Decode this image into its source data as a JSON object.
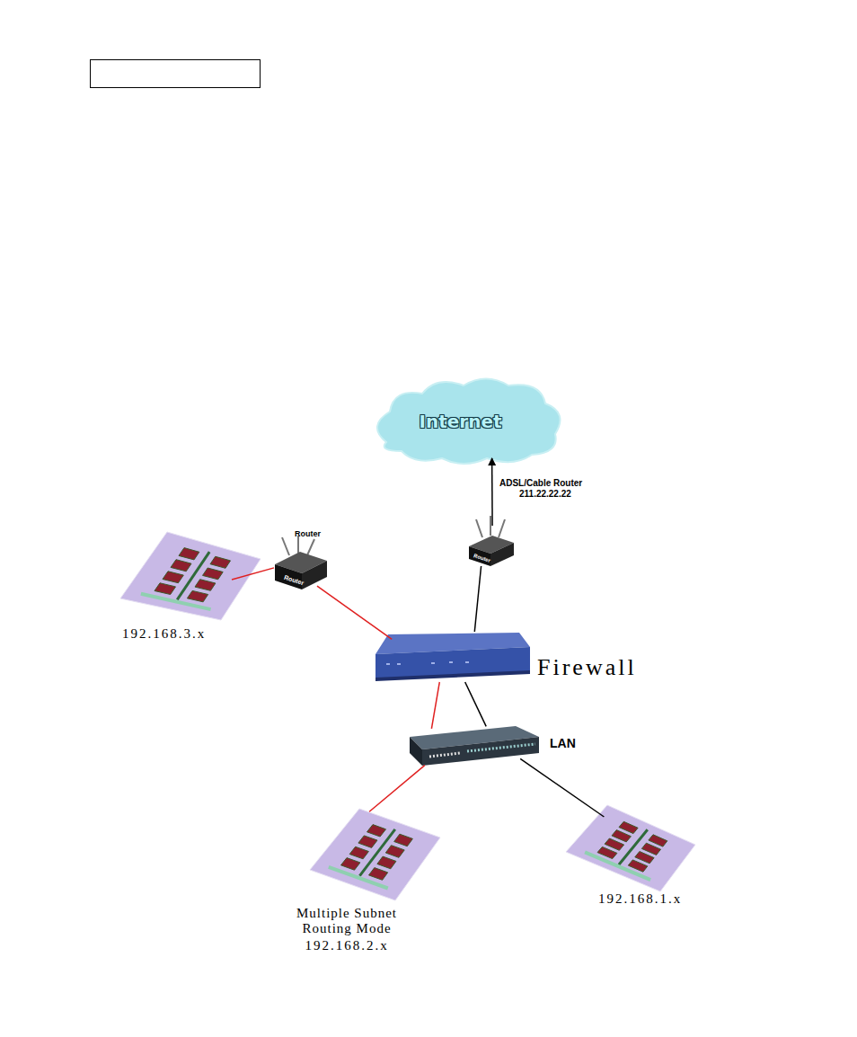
{
  "diagram": {
    "nodes": [
      {
        "text": [
          "Internet"
        ]
      },
      {
        "text": [
          "ADSL/Cable Router",
          "211.22.22.22"
        ]
      },
      {
        "text": [
          "Router"
        ]
      },
      {
        "text": [
          "192.168.3.x"
        ]
      },
      {
        "text": [
          "Firewall"
        ]
      },
      {
        "text": [
          "LAN"
        ]
      },
      {
        "text": [
          "Multiple Subnet Routing Mode",
          "192.168.2.x"
        ]
      },
      {
        "text": [
          "192.168.1.x"
        ]
      }
    ],
    "edges": [
      {
        "from": 1,
        "to": 0,
        "arrow": "to"
      },
      {
        "from": 3,
        "to": 2,
        "arrow": "none"
      },
      {
        "from": 2,
        "to": 4,
        "arrow": "none"
      },
      {
        "from": 4,
        "to": 1,
        "arrow": "none"
      },
      {
        "from": 4,
        "to": 5,
        "arrow": "none"
      },
      {
        "from": 4,
        "to": 5,
        "arrow": "none"
      },
      {
        "from": 5,
        "to": 6,
        "arrow": "none"
      },
      {
        "from": 5,
        "to": 7,
        "arrow": "none"
      }
    ],
    "labels": [
      "Router",
      "Router"
    ]
  }
}
